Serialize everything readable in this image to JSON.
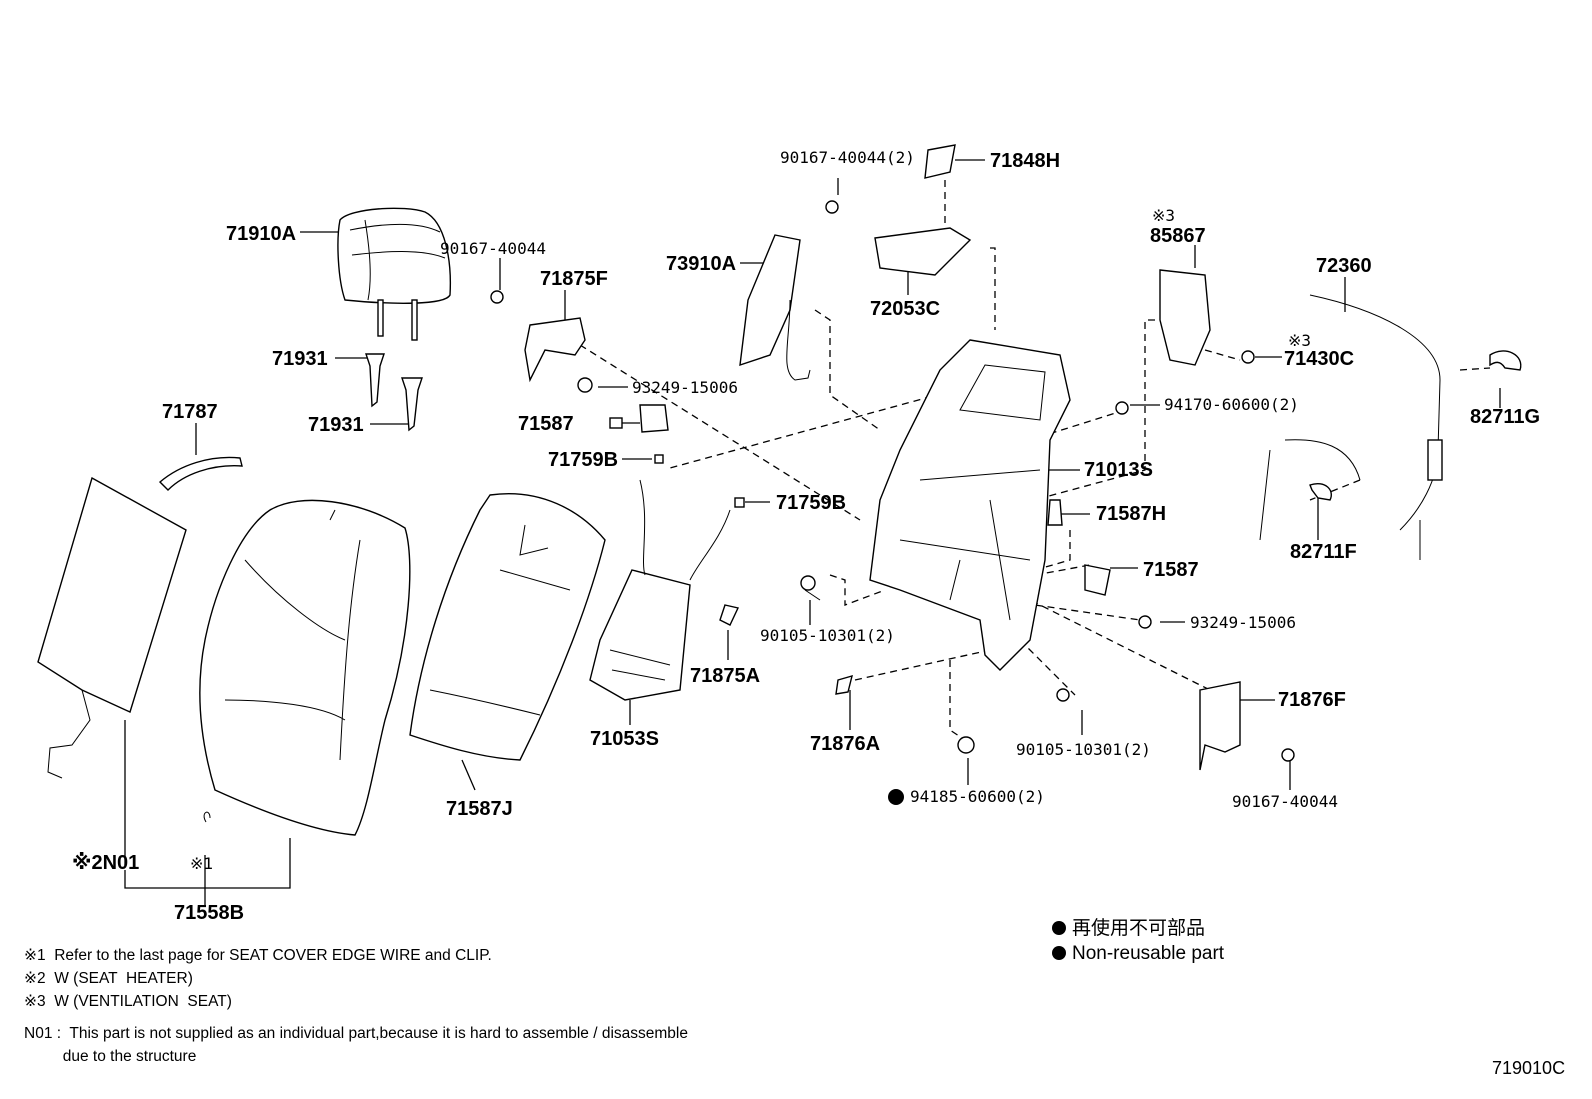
{
  "labels": {
    "p71910A": "71910A",
    "p90167_40044_a": "90167-40044",
    "p71875F": "71875F",
    "p71931_a": "71931",
    "p71931_b": "71931",
    "p71787": "71787",
    "p93249_15006_a": "93249-15006",
    "p71587_a": "71587",
    "p71759B_a": "71759B",
    "p71759B_b": "71759B",
    "p73910A": "73910A",
    "p90167_40044_2": "90167-40044(2)",
    "p71848H": "71848H",
    "p72053C": "72053C",
    "p85867": "85867",
    "p85867_mark": "※3",
    "p72360": "72360",
    "p71430C": "71430C",
    "p71430C_mark": "※3",
    "p94170": "94170-60600(2)",
    "p82711G": "82711G",
    "p71013S": "71013S",
    "p71587H": "71587H",
    "p82711F": "82711F",
    "p71587_b": "71587",
    "p90105_a": "90105-10301(2)",
    "p93249_15006_b": "93249-15006",
    "p71875A": "71875A",
    "p71053S": "71053S",
    "p71876F": "71876F",
    "p71876A": "71876A",
    "p90105_b": "90105-10301(2)",
    "p94185": "94185-60600(2)",
    "p90167_40044_b": "90167-40044",
    "p71587J": "71587J",
    "pN01": "※2N01",
    "pMark1": "※1",
    "p71558B": "71558B"
  },
  "notes": [
    "※1  Refer to the last page for SEAT COVER EDGE WIRE and CLIP.",
    "※2  W (SEAT  HEATER)",
    "※3  W (VENTILATION  SEAT)",
    "N01 :  This part is not supplied as an individual part,because it is hard to assemble / disassemble",
    "         due to the structure"
  ],
  "legend": {
    "jp": "再使用不可部品",
    "en": "Non-reusable part"
  },
  "diagram_code": "719010C"
}
